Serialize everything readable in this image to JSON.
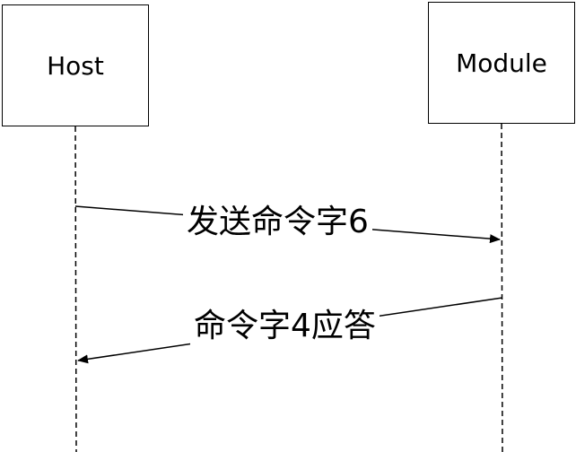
{
  "participants": {
    "host": "Host",
    "module": "Module"
  },
  "messages": [
    {
      "label": "发送命令字6",
      "from": "Host",
      "to": "Module"
    },
    {
      "label": "命令字4应答",
      "from": "Module",
      "to": "Host"
    }
  ]
}
